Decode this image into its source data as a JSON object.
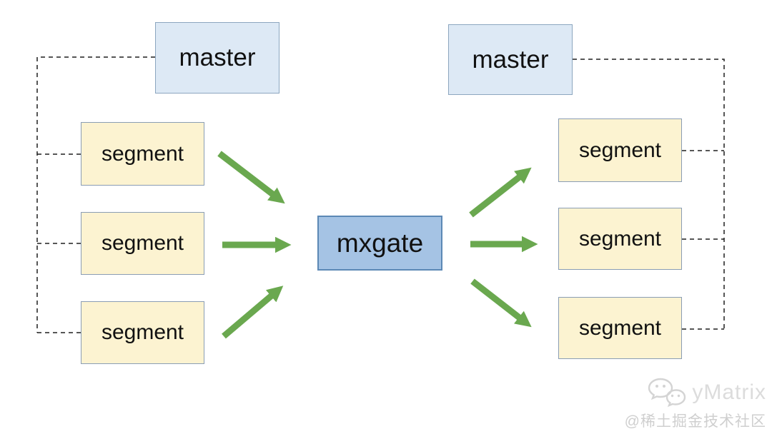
{
  "nodes": {
    "left_master": {
      "label": "master"
    },
    "left_segments": [
      {
        "label": "segment"
      },
      {
        "label": "segment"
      },
      {
        "label": "segment"
      }
    ],
    "gateway": {
      "label": "mxgate"
    },
    "right_master": {
      "label": "master"
    },
    "right_segments": [
      {
        "label": "segment"
      },
      {
        "label": "segment"
      },
      {
        "label": "segment"
      }
    ]
  },
  "colors": {
    "master_fill": "#dde9f5",
    "segment_fill": "#fcf3d1",
    "gateway_fill": "#a5c3e4",
    "arrow_green": "#6aa84f",
    "dashed_line": "#1f1f1f",
    "watermark_gray": "#dcdcdc"
  },
  "watermark": {
    "icon": "wechat-logo",
    "brand": "yMatrix",
    "credit": "@稀土掘金技术社区"
  }
}
